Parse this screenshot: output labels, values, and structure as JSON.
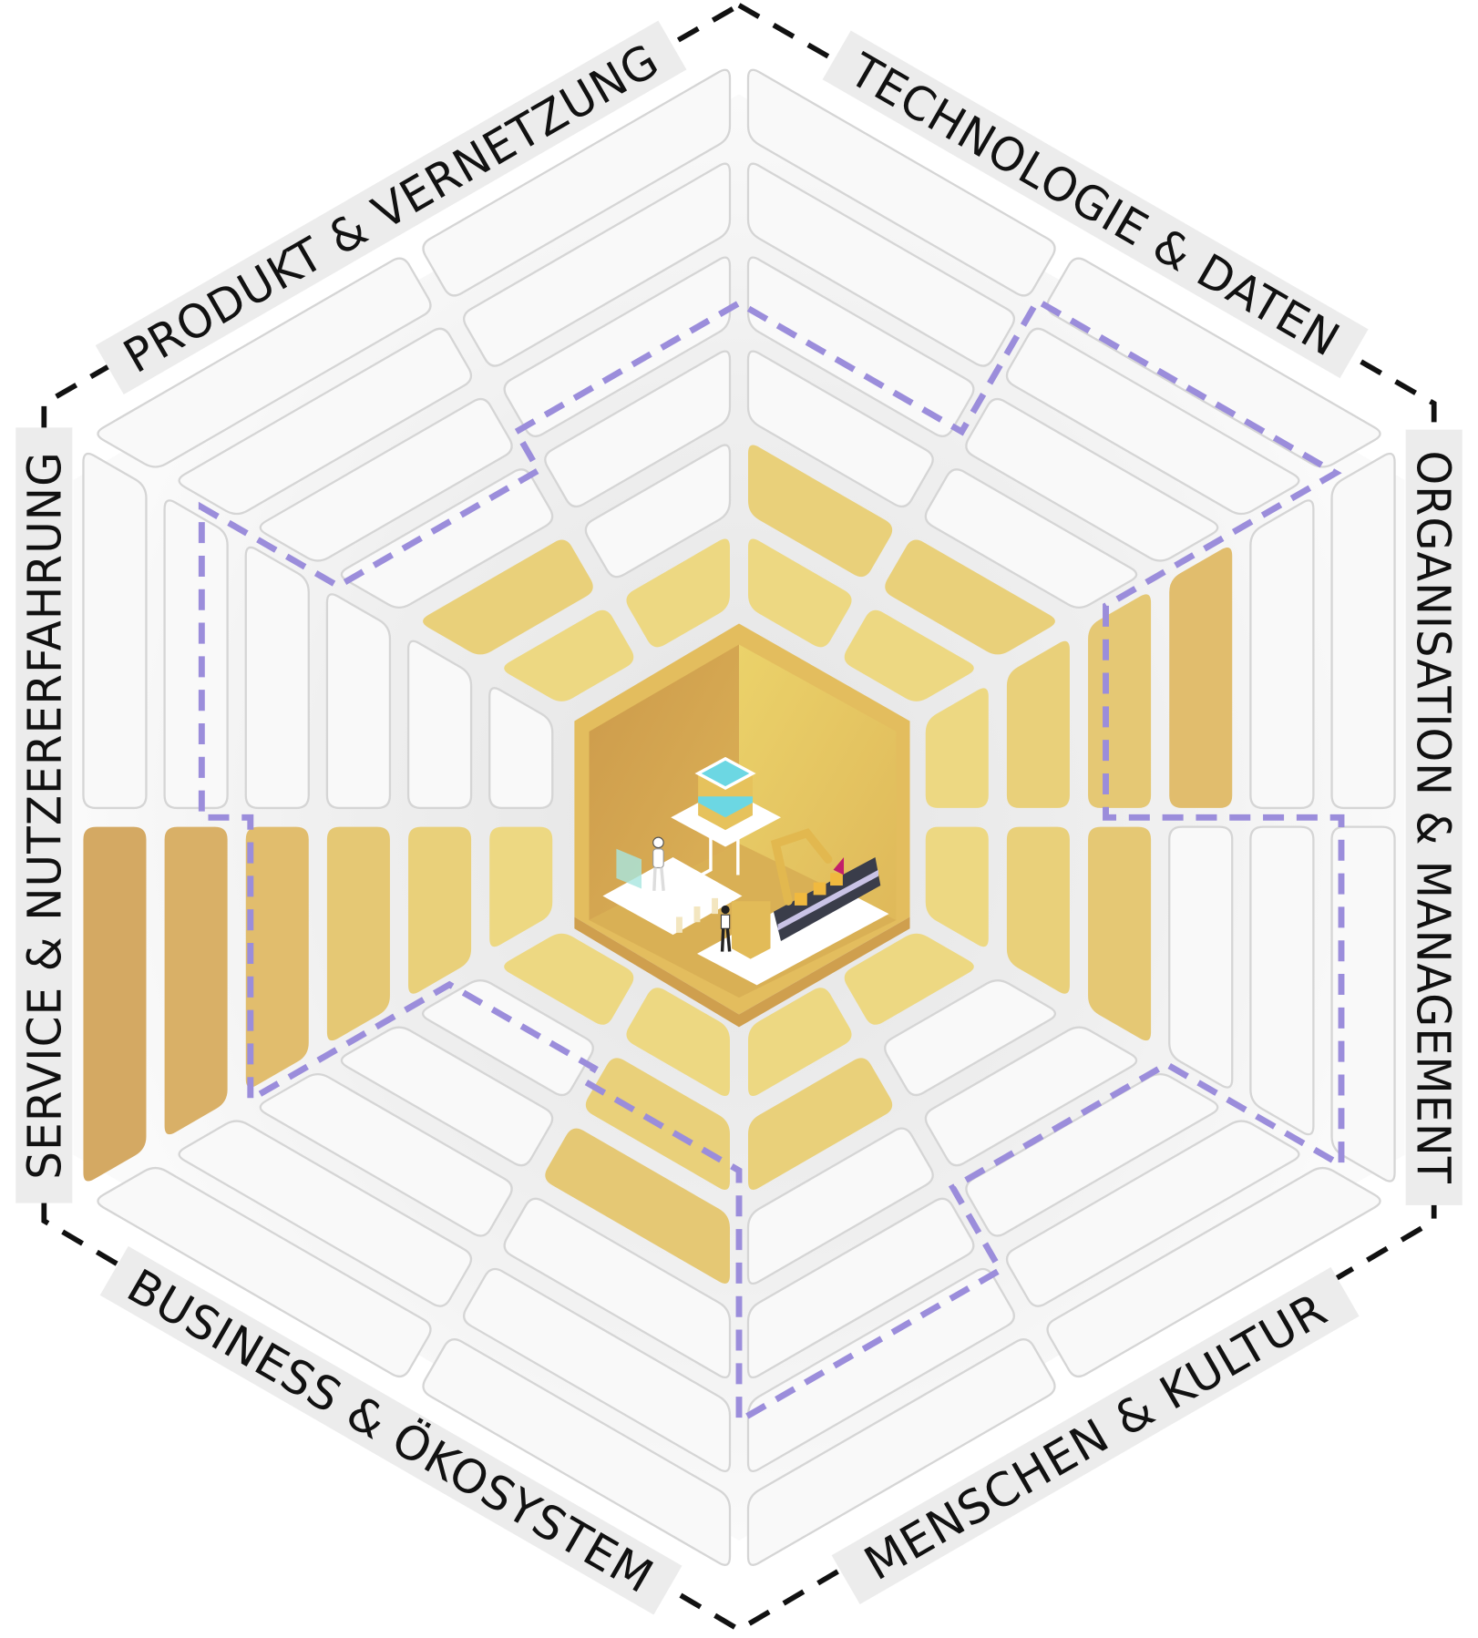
{
  "levels": 6,
  "sectors": [
    {
      "label": "ORGANISATION & MANAGEMENT",
      "filled": [
        4,
        3
      ],
      "target": [
        2.45,
        5.35
      ]
    },
    {
      "label": "MENSCHEN & KULTUR",
      "filled": [
        1,
        2
      ],
      "target": [
        3.2,
        4.37
      ]
    },
    {
      "label": "BUSINESS & ÖKOSYSTEM",
      "filled": [
        3,
        1
      ],
      "target": [
        1.7,
        1.5
      ]
    },
    {
      "label": "SERVICE & NUTZERERFAHRUNG",
      "filled": [
        6,
        0
      ],
      "target": [
        3.95,
        4.55
      ]
    },
    {
      "label": "PRODUKT & VERNETZUNG",
      "filled": [
        2,
        1
      ],
      "target": [
        2.87,
        3.42
      ]
    },
    {
      "label": "TECHNOLOGIE & DATEN",
      "filled": [
        2,
        2
      ],
      "target": [
        3.42,
        5.28
      ]
    }
  ],
  "colors": {
    "levels": [
      "#edd882",
      "#e9d07a",
      "#e5c874",
      "#e1bd6d",
      "#d9b067",
      "#d4a963"
    ],
    "empty_fill": "#f9f9f9",
    "empty_stroke": "#d5d5d5",
    "target_line": "#9b8ddb",
    "frame": "#111111"
  }
}
